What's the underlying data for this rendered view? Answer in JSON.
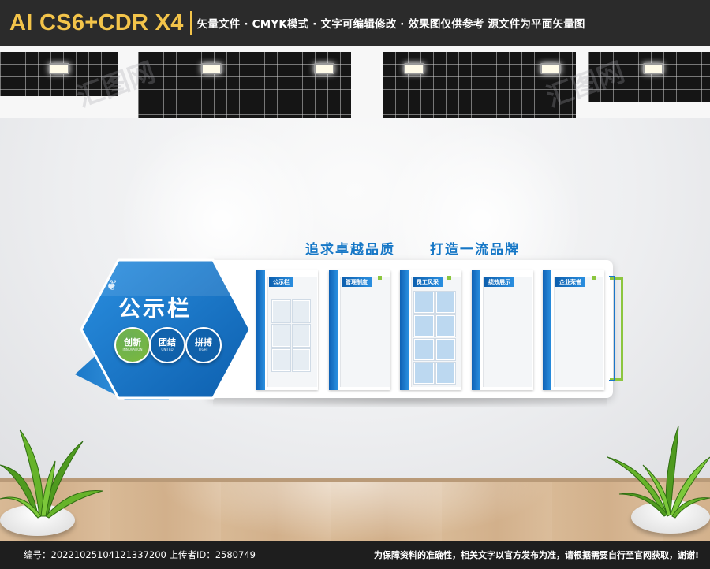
{
  "banner": {
    "brand": "AI CS6+CDR X4",
    "desc": "矢量文件 · CMYK模式 · 文字可编辑修改 · 效果图仅供参考 源文件为平面矢量图"
  },
  "display": {
    "hex_title": "公示栏",
    "slogan_left": "追求卓越品质",
    "slogan_right": "打造一流品牌",
    "badges": [
      {
        "cn": "创新",
        "en": "INNOVATION",
        "color": "#7dbb3a"
      },
      {
        "cn": "团结",
        "en": "UNITED",
        "color": "#0f5fa8"
      },
      {
        "cn": "拼搏",
        "en": "FIGHT",
        "color": "#0f5fa8"
      }
    ],
    "boards": [
      {
        "label": "公示栏"
      },
      {
        "label": "管理制度"
      },
      {
        "label": "员工风采"
      },
      {
        "label": "绩效展示"
      },
      {
        "label": "企业荣誉"
      }
    ]
  },
  "colors": {
    "primary_blue": "#1677c6",
    "accent_green": "#8cc63f",
    "banner_gold": "#f3c44a"
  },
  "watermark": {
    "text": "汇图网"
  },
  "footer": {
    "id_text": "编号：20221025104121337200 上传者ID：2580749",
    "notice": "为保障资料的准确性，相关文字以官方发布为准，请根据需要自行至官网获取，谢谢!"
  }
}
